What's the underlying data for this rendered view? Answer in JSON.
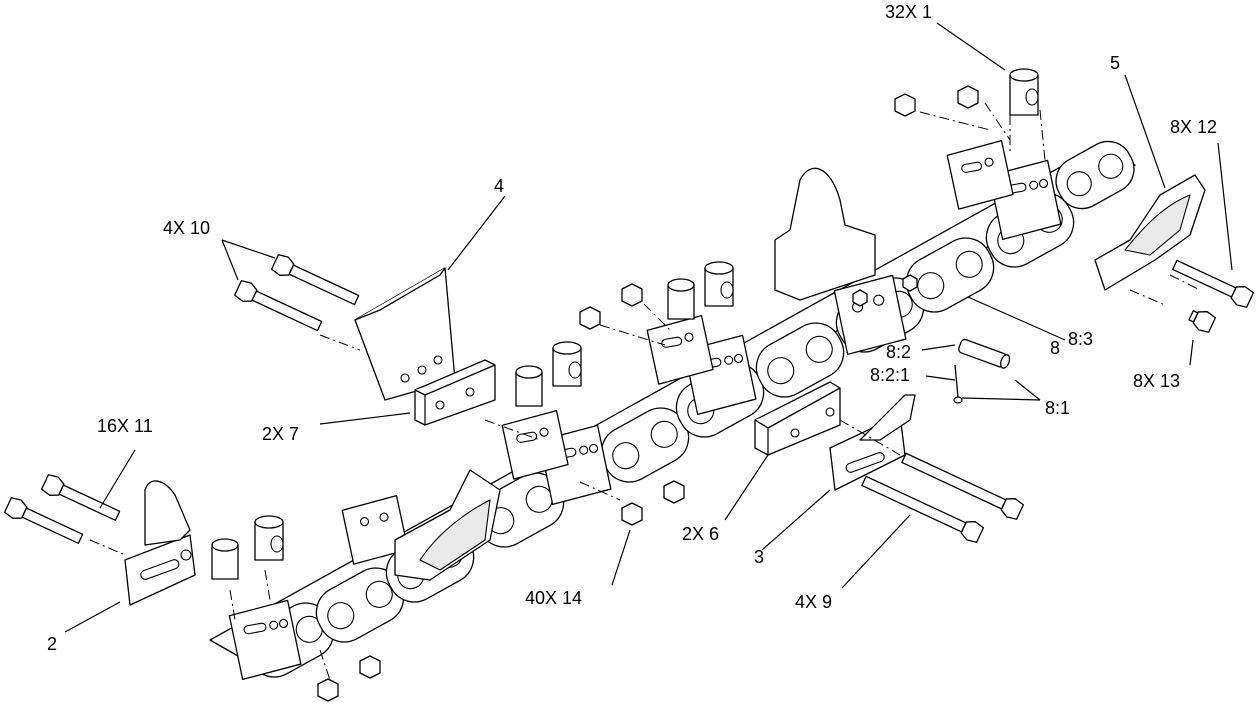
{
  "diagram": {
    "callouts": [
      {
        "id": "c-32x1",
        "text": "32X 1"
      },
      {
        "id": "c-5",
        "text": "5"
      },
      {
        "id": "c-8x12",
        "text": "8X 12"
      },
      {
        "id": "c-4",
        "text": "4"
      },
      {
        "id": "c-4x10",
        "text": "4X 10"
      },
      {
        "id": "c-8-3",
        "text": "8:3"
      },
      {
        "id": "c-8",
        "text": "8"
      },
      {
        "id": "c-8-2",
        "text": "8:2"
      },
      {
        "id": "c-8-2-1",
        "text": "8:2:1"
      },
      {
        "id": "c-8-1",
        "text": "8:1"
      },
      {
        "id": "c-8x13",
        "text": "8X 13"
      },
      {
        "id": "c-2x7",
        "text": "2X 7"
      },
      {
        "id": "c-16x11",
        "text": "16X 11"
      },
      {
        "id": "c-2x6",
        "text": "2X 6"
      },
      {
        "id": "c-3",
        "text": "3"
      },
      {
        "id": "c-40x14",
        "text": "40X 14"
      },
      {
        "id": "c-4x9",
        "text": "4X 9"
      },
      {
        "id": "c-2",
        "text": "2"
      }
    ]
  }
}
